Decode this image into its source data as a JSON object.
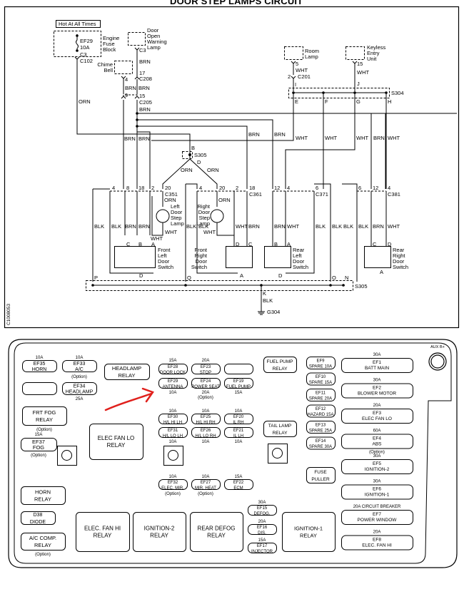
{
  "diagram": {
    "title": "DOOR STEP LAMPS CIRCUIT",
    "side_code": "C1008053",
    "hot_label": "Hot At All Times",
    "components": {
      "fuse_block": {
        "fuse": "EF29",
        "rating": "10A",
        "name_lines": [
          "Engine",
          "Fuse",
          "Block"
        ],
        "pin": "C3",
        "connector": "C102"
      },
      "door_open_lamp": {
        "name_lines": [
          "Door",
          "Open",
          "Warning",
          "Lamp"
        ],
        "pin": "C3"
      },
      "chime_bell": {
        "name_lines": [
          "Chime",
          "Bell"
        ],
        "pin": "4"
      },
      "room_lamp": {
        "name_lines": [
          "Room",
          "Lamp"
        ],
        "pin": "5"
      },
      "keyless_entry": {
        "name_lines": [
          "Keyless",
          "Entry",
          "Unit"
        ],
        "pin": "15"
      },
      "left_step_lamp": {
        "name_lines": [
          "Left",
          "Door",
          "Step",
          "Lamp"
        ]
      },
      "right_step_lamp": {
        "name_lines": [
          "Right",
          "Door",
          "Step",
          "Lamp"
        ]
      },
      "front_left_switch": {
        "name_lines": [
          "Front",
          "Left",
          "Door",
          "Switch"
        ]
      },
      "front_right_switch": {
        "name_lines": [
          "Front",
          "Right",
          "Door",
          "Switch"
        ]
      },
      "rear_left_switch": {
        "name_lines": [
          "Rear",
          "Left",
          "Door",
          "Switch"
        ]
      },
      "rear_right_switch": {
        "name_lines": [
          "Rear",
          "Right",
          "Door",
          "Switch"
        ]
      }
    },
    "connectors": {
      "c208": "C208",
      "c205": "C205",
      "c201": "C201",
      "c351": "C351",
      "c361": "C361",
      "c371": "C371",
      "c381": "C381"
    },
    "splices": {
      "s304": "S304",
      "s305_top": "S305",
      "s305_bottom": "S305"
    },
    "ground": "G304",
    "wire_colors": {
      "orn": "ORN",
      "brn": "BRN",
      "wht": "WHT",
      "blk": "BLK"
    },
    "pins": {
      "p17": "17",
      "p15": "15",
      "p9": "9",
      "p2": "2",
      "p4": "4",
      "p8": "8",
      "p18": "18",
      "p20": "20",
      "p12": "12",
      "p6": "6",
      "A": "A",
      "B": "B",
      "C": "C",
      "D": "D",
      "E": "E",
      "F": "F",
      "G": "G",
      "H": "H",
      "I": "I",
      "J": "J",
      "K": "K",
      "N": "N",
      "O": "O",
      "P": "P",
      "Q": "Q"
    }
  },
  "fuse_box": {
    "aux_label": "AUX B+",
    "left_fuses": [
      {
        "id": "EF35",
        "name": "HORN",
        "rating": "10A",
        "note": ""
      },
      {
        "id": "EF33",
        "name": "A/C",
        "rating": "10A",
        "note": "(Option)"
      },
      {
        "id": "EF34",
        "name": "HEADLAMP",
        "rating": "25A",
        "note": ""
      },
      {
        "id": "EF37",
        "name": "FOG",
        "rating": "15A",
        "note": "(Option)"
      }
    ],
    "relays": {
      "headlamp": [
        "HEADLAMP",
        "RELAY"
      ],
      "frt_fog": [
        "FRT FOG",
        "RELAY"
      ],
      "frt_fog_note": "(Option)",
      "elec_fan_lo": [
        "ELEC FAN LO",
        "RELAY"
      ],
      "fuel_pump": [
        "FUEL PUMP",
        "RELAY"
      ],
      "tail_lamp": [
        "TAIL LAMP",
        "RELAY"
      ],
      "fuse_puller": [
        "FUSE",
        "PULLER"
      ],
      "horn": [
        "HORN",
        "RELAY"
      ],
      "d38": [
        "D38",
        "DIODE"
      ],
      "ac_comp": [
        "A/C COMP.",
        "RELAY"
      ],
      "ac_comp_note": "(Option)",
      "elec_fan_hi": [
        "ELEC. FAN HI",
        "RELAY"
      ],
      "ignition2": [
        "IGNITION-2",
        "RELAY"
      ],
      "rear_defog": [
        "REAR DEFOG",
        "RELAY"
      ],
      "ignition1": [
        "IGNITION-1",
        "RELAY"
      ]
    },
    "mid_fuses_top": [
      {
        "id": "EF28",
        "name": "DOOR LOCK",
        "rating": "15A"
      },
      {
        "id": "EF23",
        "name": "STOP",
        "rating": "20A"
      },
      {
        "id": "EF29",
        "name": "ANTENNA",
        "rating": "10A"
      },
      {
        "id": "EF24",
        "name": "POWER SEAT",
        "rating": "20A",
        "note": "(Option)"
      },
      {
        "id": "EF19",
        "name": "FUEL PUMP",
        "rating": "15A"
      }
    ],
    "mid_fuses_mid": [
      {
        "id": "EF30",
        "name": "H/L HI LH",
        "rating": "10A"
      },
      {
        "id": "EF25",
        "name": "H/L HI RH",
        "rating": "10A"
      },
      {
        "id": "EF20",
        "name": "IL RH",
        "rating": "10A"
      },
      {
        "id": "EF31",
        "name": "H/L LO LH",
        "rating": "10A"
      },
      {
        "id": "EF26",
        "name": "H/L LO RH",
        "rating": "10A"
      },
      {
        "id": "EF21",
        "name": "IL LH",
        "rating": "10A"
      }
    ],
    "mid_fuses_low": [
      {
        "id": "EF32",
        "name": "ELEC. MIR.",
        "rating": "10A",
        "note": "(Option)"
      },
      {
        "id": "EF27",
        "name": "MIR. HEAT",
        "rating": "10A",
        "note": "(Option)"
      },
      {
        "id": "EF22",
        "name": "ECM",
        "rating": "15A"
      }
    ],
    "stack_fuses": [
      {
        "id": "EF15",
        "name": "DEFOG.",
        "rating": "30A"
      },
      {
        "id": "EF16",
        "name": "DIS.",
        "rating": "20A"
      },
      {
        "id": "EF17",
        "name": "INJECTOR",
        "rating": "15A"
      }
    ],
    "spare_fuses": [
      {
        "id": "EF9",
        "name": "SPARE 10A"
      },
      {
        "id": "EF10",
        "name": "SPARE 15A"
      },
      {
        "id": "EF11",
        "name": "SPARE 20A"
      },
      {
        "id": "EF12",
        "name": "HAZARD 15A"
      },
      {
        "id": "EF13",
        "name": "SPARE 25A"
      },
      {
        "id": "EF14",
        "name": "SPARE 30A"
      }
    ],
    "maxi_fuses": [
      {
        "id": "EF1",
        "name": "BATT MAIN",
        "rating": "30A",
        "note": ""
      },
      {
        "id": "EF2",
        "name": "BLOWER MOTOR",
        "rating": "30A",
        "note": ""
      },
      {
        "id": "EF3",
        "name": "ELEC FAN LO",
        "rating": "20A",
        "note": ""
      },
      {
        "id": "EF4",
        "name": "ABS",
        "rating": "60A",
        "note": "(Option)"
      },
      {
        "id": "EF5",
        "name": "IGNITION-2",
        "rating": "30A",
        "note": ""
      },
      {
        "id": "EF6",
        "name": "IGNITION-1",
        "rating": "30A",
        "note": ""
      },
      {
        "id": "EF7",
        "name": "POWER WINDOW",
        "rating": "20A CIRCUIT BREAKER",
        "note": ""
      },
      {
        "id": "EF8",
        "name": "ELEC. FAN HI",
        "rating": "20A",
        "note": ""
      }
    ],
    "annotation_color": "#e0201c"
  }
}
